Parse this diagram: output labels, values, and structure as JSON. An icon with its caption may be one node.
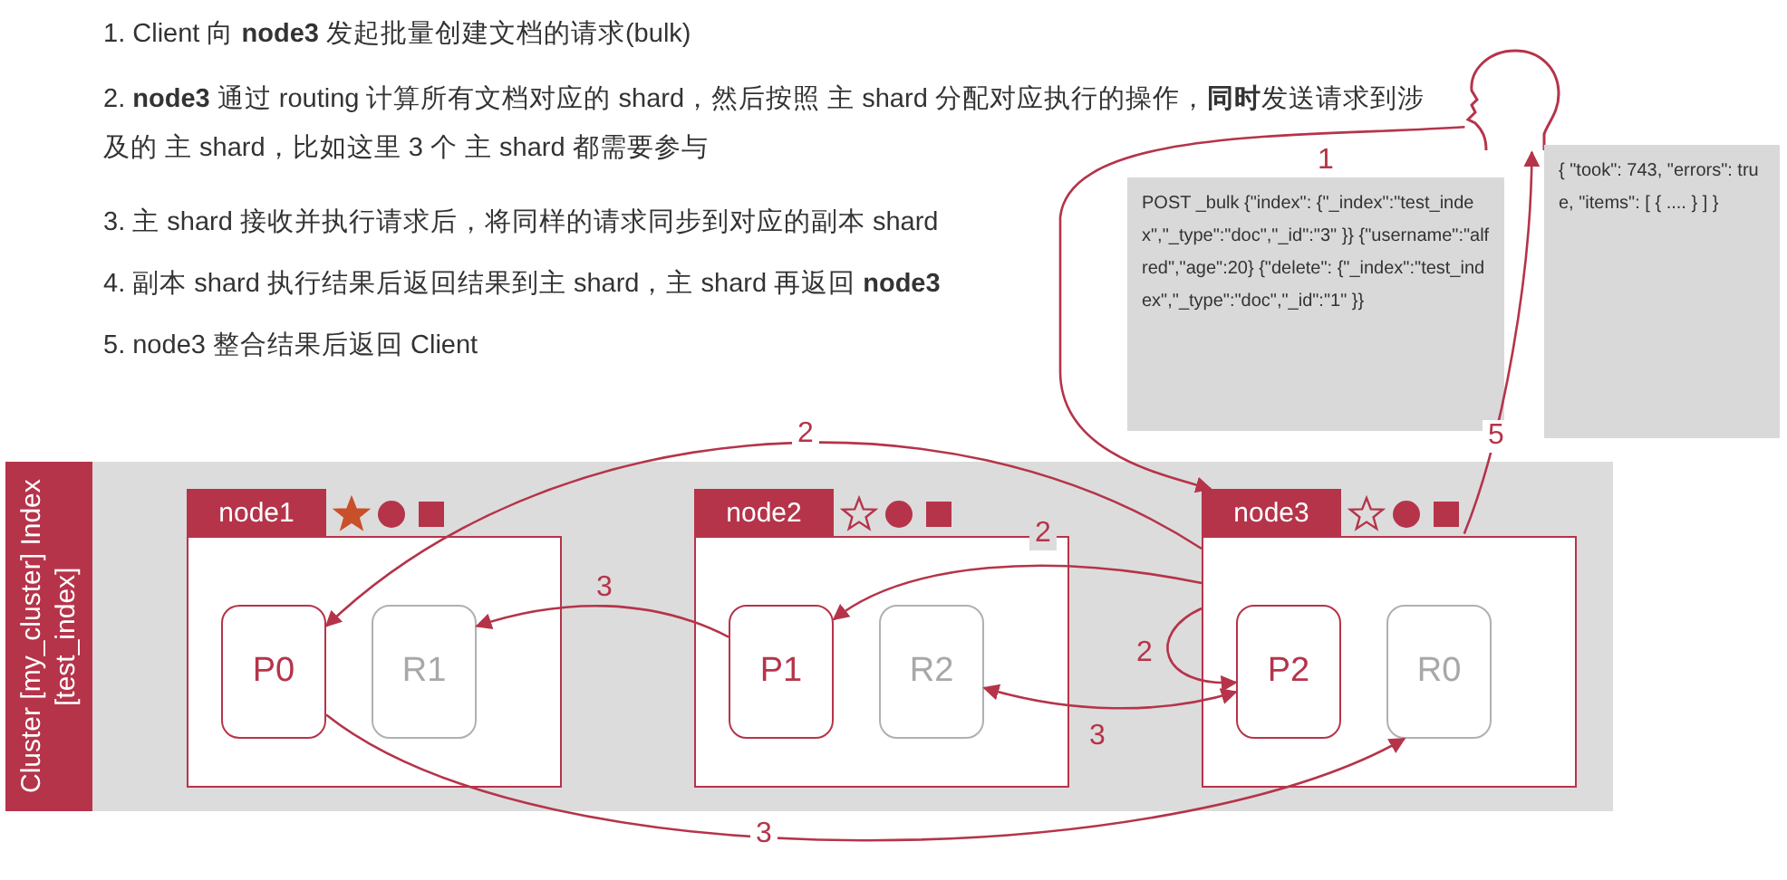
{
  "diagram": {
    "nodes": [
      {
        "text": [
          "Cluster [my_cluster] Index [test_index]"
        ]
      },
      {
        "text": [
          "node1"
        ],
        "in": 0
      },
      {
        "text": [
          "P0"
        ],
        "in": 1
      },
      {
        "text": [
          "R1"
        ],
        "in": 1
      },
      {
        "text": [
          "node2"
        ],
        "in": 0
      },
      {
        "text": [
          "P1"
        ],
        "in": 4
      },
      {
        "text": [
          "R2"
        ],
        "in": 4
      },
      {
        "text": [
          "node3"
        ],
        "in": 0
      },
      {
        "text": [
          "P2"
        ],
        "in": 7
      },
      {
        "text": [
          "R0"
        ],
        "in": 7
      },
      {
        "text": [],
        "shape": "person"
      },
      {
        "text": [
          "POST _bulk {\"index\": {\"_index\":\"test_index\",\"_type\":\"doc\",\"_id\":\"3\" }} {\"username\":\"alfred\",\"age\":20} {\"delete\": {\"_index\":\"test_index\",\"_type\":\"doc\",\"_id\":\"1\" }}"
        ]
      },
      {
        "text": [
          "{ \"took\": 743, \"errors\": true, \"items\": [ { .... } ] }"
        ]
      }
    ],
    "edges": [
      {
        "from": 10,
        "to": 7,
        "arrow": "to",
        "label": "1"
      },
      {
        "from": 7,
        "to": 2,
        "arrow": "to",
        "label": "2"
      },
      {
        "from": 7,
        "to": 5,
        "arrow": "to",
        "label": "2"
      },
      {
        "from": 7,
        "to": 8,
        "arrow": "to",
        "label": "2"
      },
      {
        "from": 5,
        "to": 3,
        "arrow": "to",
        "label": "3"
      },
      {
        "from": 8,
        "to": 6,
        "arrow": "both",
        "label": "3"
      },
      {
        "from": 2,
        "to": 9,
        "arrow": "to",
        "label": "3"
      },
      {
        "from": 7,
        "to": 10,
        "arrow": "to",
        "label": "5"
      }
    ],
    "labels": [
      "1. Client 向 **node3** 发起批量创建文档的请求(bulk)",
      "2. **node3** 通过 routing 计算所有文档对应的 shard，然后按照 主 shard 分配对应执行的操作，**同时**发送请求到涉及的 主 shard，比如这里 3 个 主 shard 都需要参与",
      "3. 主 shard 接收并执行请求后，将同样的请求同步到对应的副本 shard",
      "4. 副本 shard 执行结果后返回结果到主 shard，主 shard 再返回 **node3**",
      "5. node3 整合结果后返回 Client"
    ]
  }
}
